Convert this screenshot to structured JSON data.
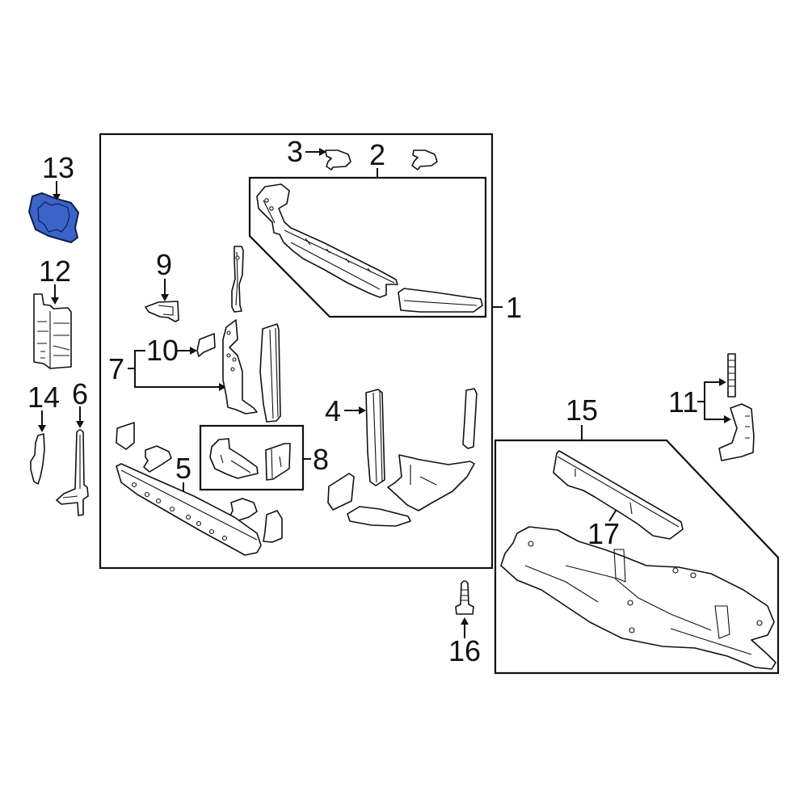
{
  "diagram": {
    "title": "Radiator Support / Front Structure Exploded Parts Diagram",
    "highlight_color": "#3b63c8",
    "highlighted_part": "13",
    "callouts": [
      {
        "id": "c1",
        "label": "1",
        "desc": "Radiator support assembly (group box)"
      },
      {
        "id": "c2",
        "label": "2",
        "desc": "Upper tie bar group"
      },
      {
        "id": "c3",
        "label": "3",
        "desc": "Upper bracket"
      },
      {
        "id": "c4",
        "label": "4",
        "desc": "Side support"
      },
      {
        "id": "c5",
        "label": "5",
        "desc": "Lower tie bar"
      },
      {
        "id": "c6",
        "label": "6",
        "desc": "Side member"
      },
      {
        "id": "c7",
        "label": "7",
        "desc": "Side panel"
      },
      {
        "id": "c8",
        "label": "8",
        "desc": "Bracket set (group box)"
      },
      {
        "id": "c9",
        "label": "9",
        "desc": "Upper mount bracket"
      },
      {
        "id": "c10",
        "label": "10",
        "desc": "Small bracket"
      },
      {
        "id": "c11",
        "label": "11",
        "desc": "Bracket pair"
      },
      {
        "id": "c12",
        "label": "12",
        "desc": "Side bracket"
      },
      {
        "id": "c13",
        "label": "13",
        "desc": "Highlighted part (blue)"
      },
      {
        "id": "c14",
        "label": "14",
        "desc": "Small plate"
      },
      {
        "id": "c15",
        "label": "15",
        "desc": "Lower panel group"
      },
      {
        "id": "c16",
        "label": "16",
        "desc": "Bolt"
      },
      {
        "id": "c17",
        "label": "17",
        "desc": "Crossmember"
      }
    ]
  }
}
